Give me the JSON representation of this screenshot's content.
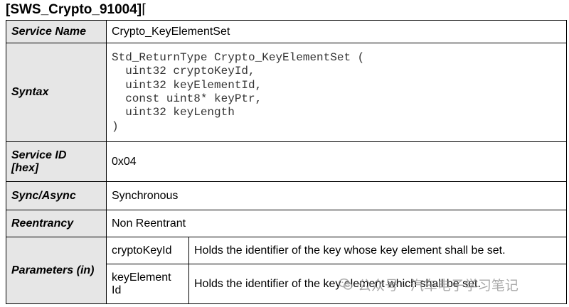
{
  "requirement": {
    "id": "[SWS_Crypto_91004]",
    "open_bracket": "⌈"
  },
  "table": {
    "service_name": {
      "label": "Service Name",
      "value": "Crypto_KeyElementSet"
    },
    "syntax": {
      "label": "Syntax",
      "lines": [
        "Std_ReturnType Crypto_KeyElementSet (",
        "  uint32 cryptoKeyId,",
        "  uint32 keyElementId,",
        "  const uint8* keyPtr,",
        "  uint32 keyLength",
        ")"
      ]
    },
    "service_id": {
      "label_line1": "Service ID",
      "label_line2": "[hex]",
      "value": "0x04"
    },
    "sync": {
      "label": "Sync/Async",
      "value": "Synchronous"
    },
    "reentrancy": {
      "label": "Reentrancy",
      "value": "Non Reentrant"
    },
    "parameters": {
      "label": "Parameters (in)",
      "items": [
        {
          "name": "cryptoKeyId",
          "description": "Holds the identifier of the key whose key element shall be set."
        },
        {
          "name_line1": "keyElement",
          "name_line2": "Id",
          "description": "Holds the identifier of the key element which shall be set."
        }
      ]
    }
  },
  "watermark": {
    "text": "公众号 · 汽车电子学习笔记",
    "icon": "wechat-icon"
  }
}
